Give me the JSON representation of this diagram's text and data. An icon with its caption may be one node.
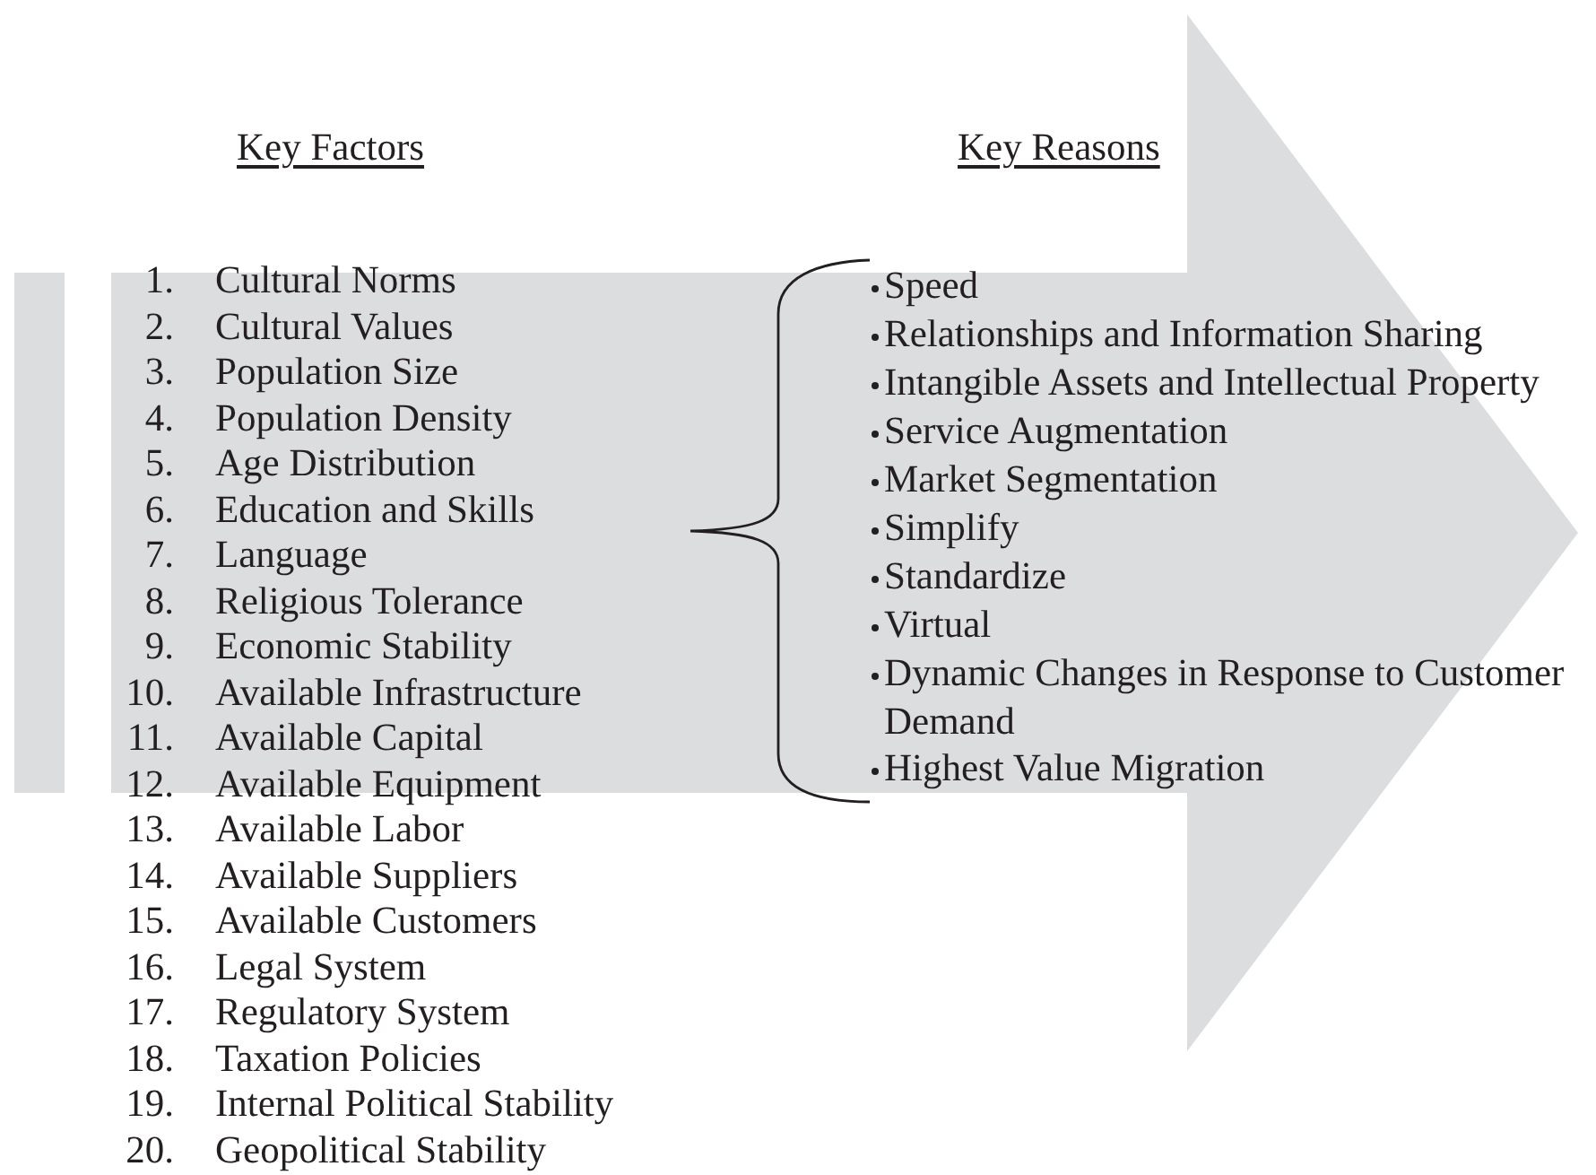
{
  "diagram": {
    "labels": [
      "Key Factors",
      "Key Reasons",
      "1.",
      "Cultural Norms",
      "2.",
      "Cultural Values",
      "3.",
      "Population Size",
      "4.",
      "Population Density",
      "5.",
      "Age Distribution",
      "6.",
      "Education and Skills",
      "7.",
      "Language",
      "8.",
      "Religious Tolerance",
      "9.",
      "Economic Stability",
      "10.",
      "Available Infrastructure",
      "11.",
      "Available Capital",
      "12.",
      "Available Equipment",
      "13.",
      "Available Labor",
      "14.",
      "Available Suppliers",
      "15.",
      "Available Customers",
      "16.",
      "Legal System",
      "17.",
      "Regulatory System",
      "18.",
      "Taxation Policies",
      "19.",
      "Internal Political Stability",
      "20.",
      "Geopolitical Stability",
      "Speed",
      "Relationships and Information Sharing",
      "Intangible Assets and Intellectual Property",
      "Service Augmentation",
      "Market Segmentation",
      "Simplify",
      "Standardize",
      "Virtual",
      "Dynamic Changes in Response to Customer Demand",
      "Highest Value Migration"
    ]
  }
}
